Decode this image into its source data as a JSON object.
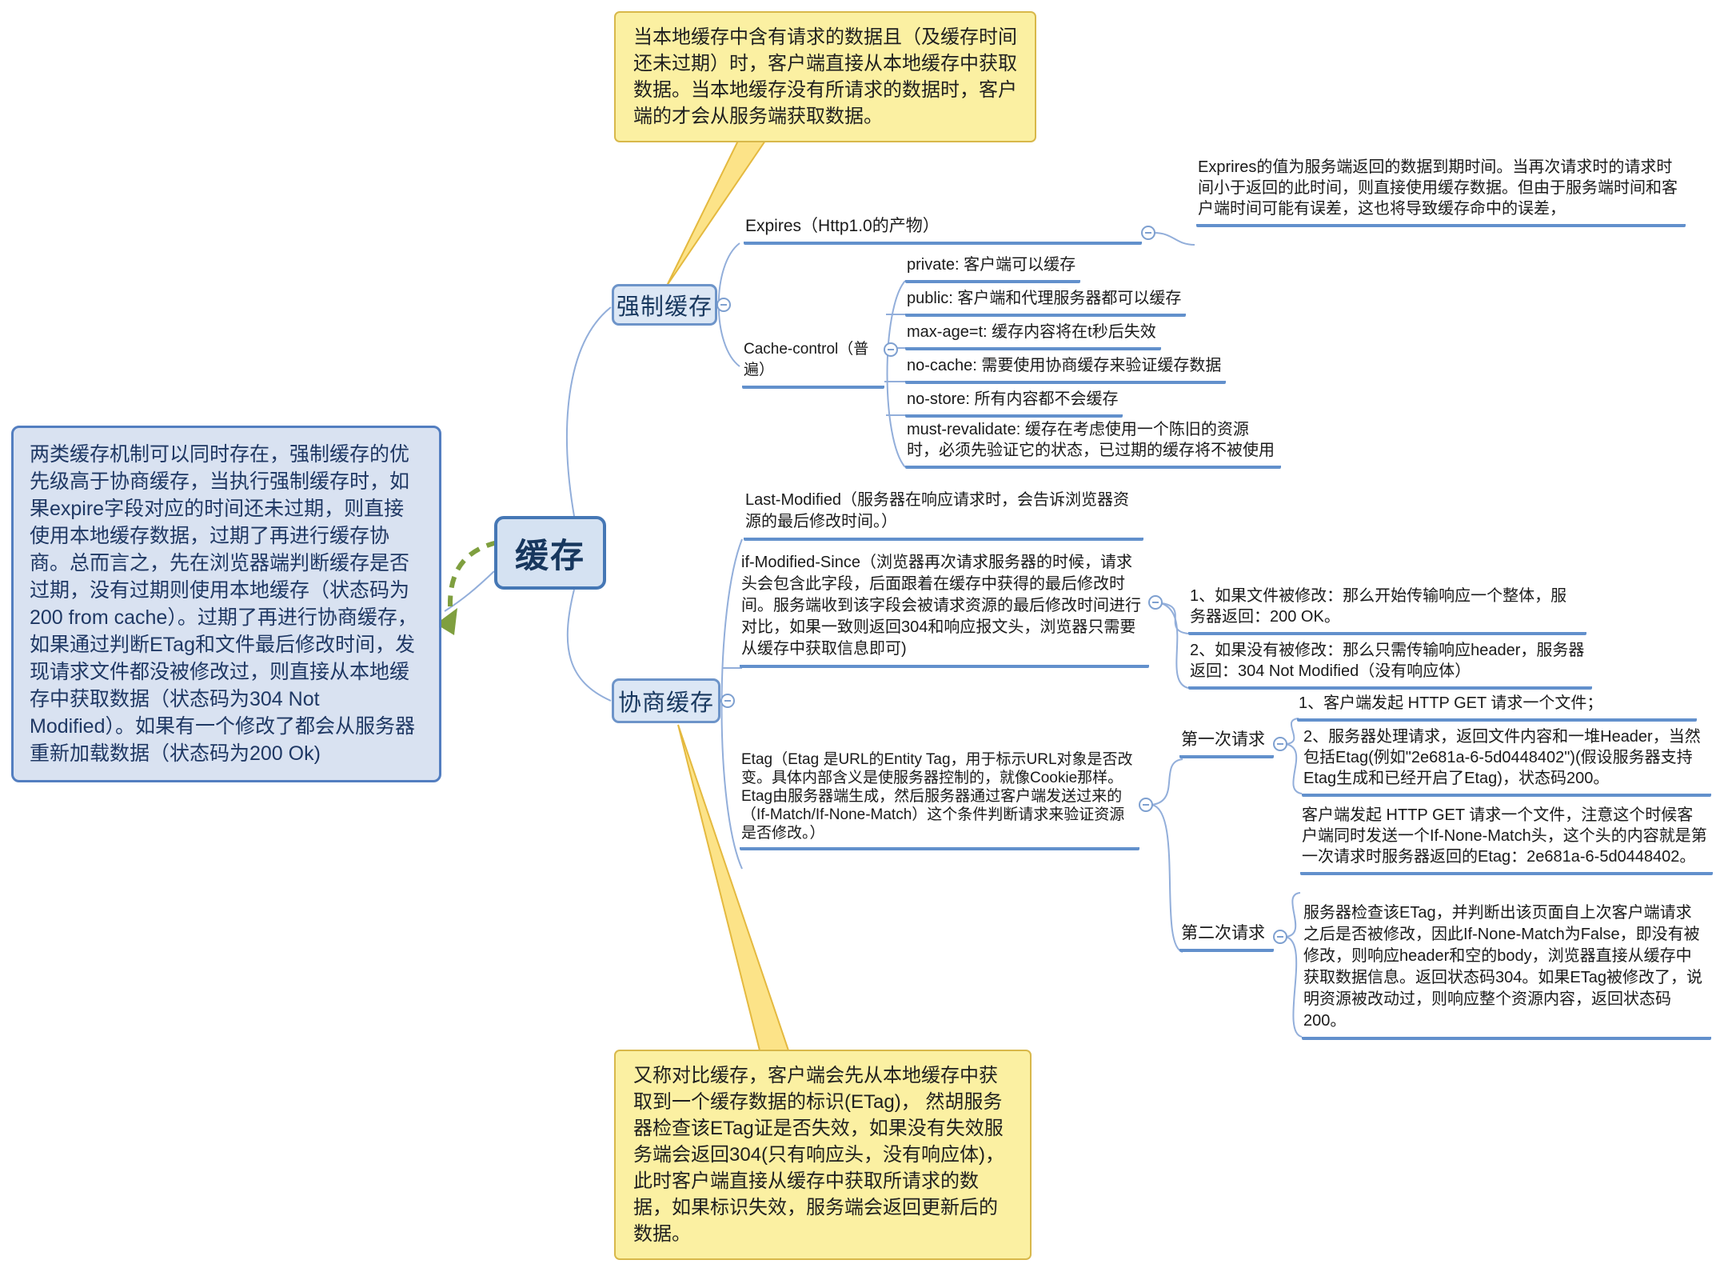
{
  "root_label": "缓存",
  "overview_box": {
    "text": "两类缓存机制可以同时存在，强制缓存的优先级高于协商缓存，当执行强制缓存时，如果expire字段对应的时间还未过期，则直接使用本地缓存数据，过期了再进行缓存协商。总而言之，先在浏览器端判断缓存是否过期，没有过期则使用本地缓存（状态码为200 from cache）。过期了再进行协商缓存，如果通过判断ETag和文件最后修改时间，发现请求文件都没被修改过，则直接从本地缓存中获取数据（状态码为304 Not Modified）。如果有一个修改了都会从服务器重新加载数据（状态码为200 Ok)"
  },
  "top_note": {
    "text": "当本地缓存中含有请求的数据且（及缓存时间还未过期）时，客户端直接从本地缓存中获取数据。当本地缓存没有所请求的数据时，客户端的才会从服务端获取数据。"
  },
  "bottom_note": {
    "text": "又称对比缓存，客户端会先从本地缓存中获取到一个缓存数据的标识(ETag)， 然胡服务器检查该ETag证是否失效，如果没有失效服务端会返回304(只有响应头，没有响应体)，此时客户端直接从缓存中获取所请求的数据，如果标识失效，服务端会返回更新后的数据。"
  },
  "forced": {
    "label": "强制缓存",
    "expires": {
      "label": "Expires（Http1.0的产物）",
      "note": "Exprires的值为服务端返回的数据到期时间。当再次请求时的请求时间小于返回的此时间，则直接使用缓存数据。但由于服务端时间和客户端时间可能有误差，这也将导致缓存命中的误差，"
    },
    "cache_control": {
      "label": "Cache-control（普遍）",
      "items": [
        "private: 客户端可以缓存",
        "public: 客户端和代理服务器都可以缓存",
        "max-age=t: 缓存内容将在t秒后失效",
        "no-cache: 需要使用协商缓存来验证缓存数据",
        "no-store: 所有内容都不会缓存",
        "must-revalidate: 缓存在考虑使用一个陈旧的资源时，必须先验证它的状态，已过期的缓存将不被使用"
      ]
    }
  },
  "negotiate": {
    "label": "协商缓存",
    "last_modified": {
      "label": "Last-Modified（服务器在响应请求时，会告诉浏览器资源的最后修改时间。）"
    },
    "if_modified_since": {
      "label": "if-Modified-Since（浏览器再次请求服务器的时候，请求头会包含此字段，后面跟着在缓存中获得的最后修改时间。服务端收到该字段会被请求资源的最后修改时间进行对比，如果一致则返回304和响应报文头，浏览器只需要从缓存中获取信息即可)",
      "outcomes": [
        "1、如果文件被修改：那么开始传输响应一个整体，服务器返回：200 OK。",
        "2、如果没有被修改：那么只需传输响应header，服务器返回：304 Not Modified（没有响应体）"
      ]
    },
    "etag": {
      "label": "Etag（Etag 是URL的Entity Tag，用于标示URL对象是否改变。具体内部含义是使服务器控制的，就像Cookie那样。Etag由服务器端生成，然后服务器通过客户端发送过来的（If-Match/If-None-Match）这个条件判断请求来验证资源是否修改。）",
      "first_request": {
        "label": "第一次请求",
        "steps": [
          "1、客户端发起 HTTP GET 请求一个文件；",
          "2、服务器处理请求，返回文件内容和一堆Header，当然包括Etag(例如\"2e681a-6-5d0448402\")(假设服务器支持Etag生成和已经开启了Etag)，状态码200。"
        ]
      },
      "second_request": {
        "label": "第二次请求",
        "steps": [
          "客户端发起 HTTP GET 请求一个文件，注意这个时候客户端同时发送一个If-None-Match头，这个头的内容就是第一次请求时服务器返回的Etag：2e681a-6-5d0448402。",
          "服务器检查该ETag，并判断出该页面自上次客户端请求之后是否被修改，因此If-None-Match为False，即没有被修改，则响应header和空的body，浏览器直接从缓存中获取数据信息。返回状态码304。如果ETag被修改了，说明资源被改动过，则响应整个资源内容，返回状态码200。"
        ]
      }
    }
  }
}
